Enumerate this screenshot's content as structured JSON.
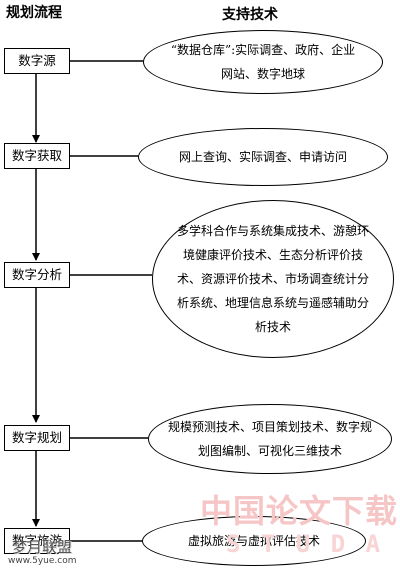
{
  "headers": {
    "left": "规划流程",
    "right": "支持技术"
  },
  "steps": [
    {
      "label": "数字源",
      "tech": "“数据仓库”:实际调查、政府、企业网站、数字地球"
    },
    {
      "label": "数字获取",
      "tech": "网上查询、实际调查、申请访问"
    },
    {
      "label": "数字分析",
      "tech": "多学科合作与系统集成技术、游憩环境健康评价技术、生态分析评价技术、资源评价技术、市场调查统计分析系统、地理信息系统与遥感辅助分析技术"
    },
    {
      "label": "数字规划",
      "tech": "规模预测技术、项目策划技术、数字规划图编制、可视化三维技术"
    },
    {
      "label": "数字旅游",
      "tech": "虚拟旅游与虚拟评估技术"
    }
  ],
  "watermarks": {
    "cnki": "中国论文下载",
    "url": "S T U D A",
    "site_name": "梦月联盟",
    "site_url": "www.5yue.com"
  }
}
